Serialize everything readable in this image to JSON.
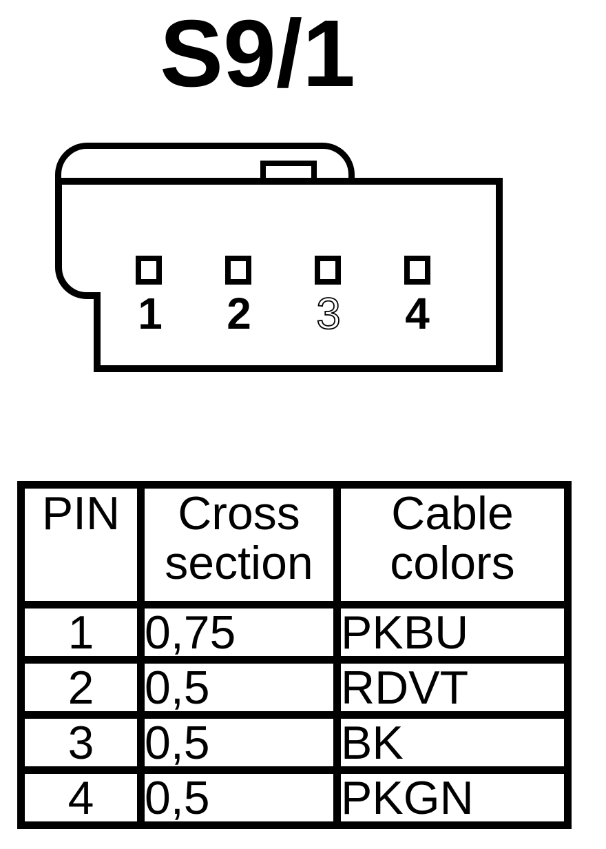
{
  "title": "S9/1",
  "connector": {
    "description": "4-pin connector, front view",
    "pins": [
      {
        "label": "1",
        "style": "solid"
      },
      {
        "label": "2",
        "style": "solid"
      },
      {
        "label": "3",
        "style": "outline"
      },
      {
        "label": "4",
        "style": "solid"
      }
    ]
  },
  "table": {
    "headers": [
      "PIN",
      "Cross section",
      "Cable colors"
    ],
    "rows": [
      {
        "pin": "1",
        "cross_section": "0,75",
        "cable_colors": "PKBU"
      },
      {
        "pin": "2",
        "cross_section": "0,5",
        "cable_colors": "RDVT"
      },
      {
        "pin": "3",
        "cross_section": "0,5",
        "cable_colors": "BK"
      },
      {
        "pin": "4",
        "cross_section": "0,5",
        "cable_colors": "PKGN"
      }
    ]
  },
  "colors": {
    "line": "#000000",
    "background": "#ffffff"
  }
}
